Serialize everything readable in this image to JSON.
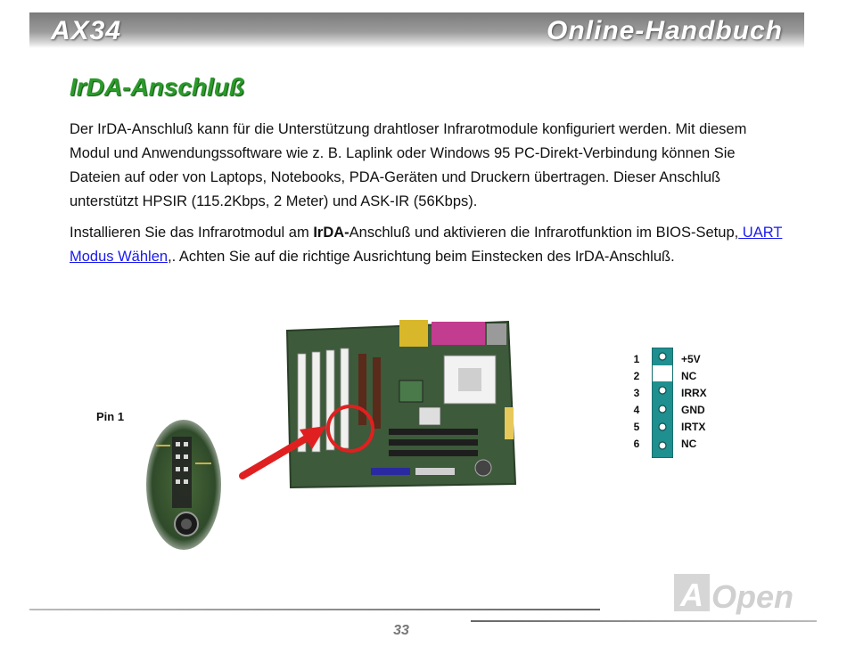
{
  "header": {
    "left_text": "AX34",
    "right_text": "Online-Handbuch"
  },
  "page_title": "IrDA-Anschluß",
  "paragraph1": "Der IrDA-Anschluß kann für die Unterstützung drahtloser Infrarotmodule konfiguriert werden. Mit diesem Modul und Anwendungssoftware wie z. B. Laplink oder Windows 95 PC-Direkt-Verbindung können Sie Dateien auf oder von Laptops, Notebooks, PDA-Geräten und Druckern übertragen. Dieser Anschluß unterstützt HPSIR (115.2Kbps, 2 Meter) und ASK-IR (56Kbps).",
  "paragraph2": {
    "before": "Installieren Sie das Infrarotmodul am ",
    "bold": "IrDA-",
    "middle": "Anschluß und aktivieren die Infrarotfunktion im BIOS-Setup,",
    "link": " UART Modus Wählen",
    "after": ",. Achten Sie auf die richtige Ausrichtung beim Einstecken des IrDA-Anschluß."
  },
  "pin1_label": "Pin 1",
  "pins": [
    {
      "num": "1",
      "signal": "+5V"
    },
    {
      "num": "2",
      "signal": "NC"
    },
    {
      "num": "3",
      "signal": "IRRX"
    },
    {
      "num": "4",
      "signal": "GND"
    },
    {
      "num": "5",
      "signal": "IRTX"
    },
    {
      "num": "6",
      "signal": "NC"
    }
  ],
  "colors": {
    "title": "#2a9a2a",
    "link": "#1a1aee",
    "pin_strip": "#1f8f8f",
    "arrow": "#e02020"
  },
  "page_number": "33",
  "logo_text": "AOpen"
}
